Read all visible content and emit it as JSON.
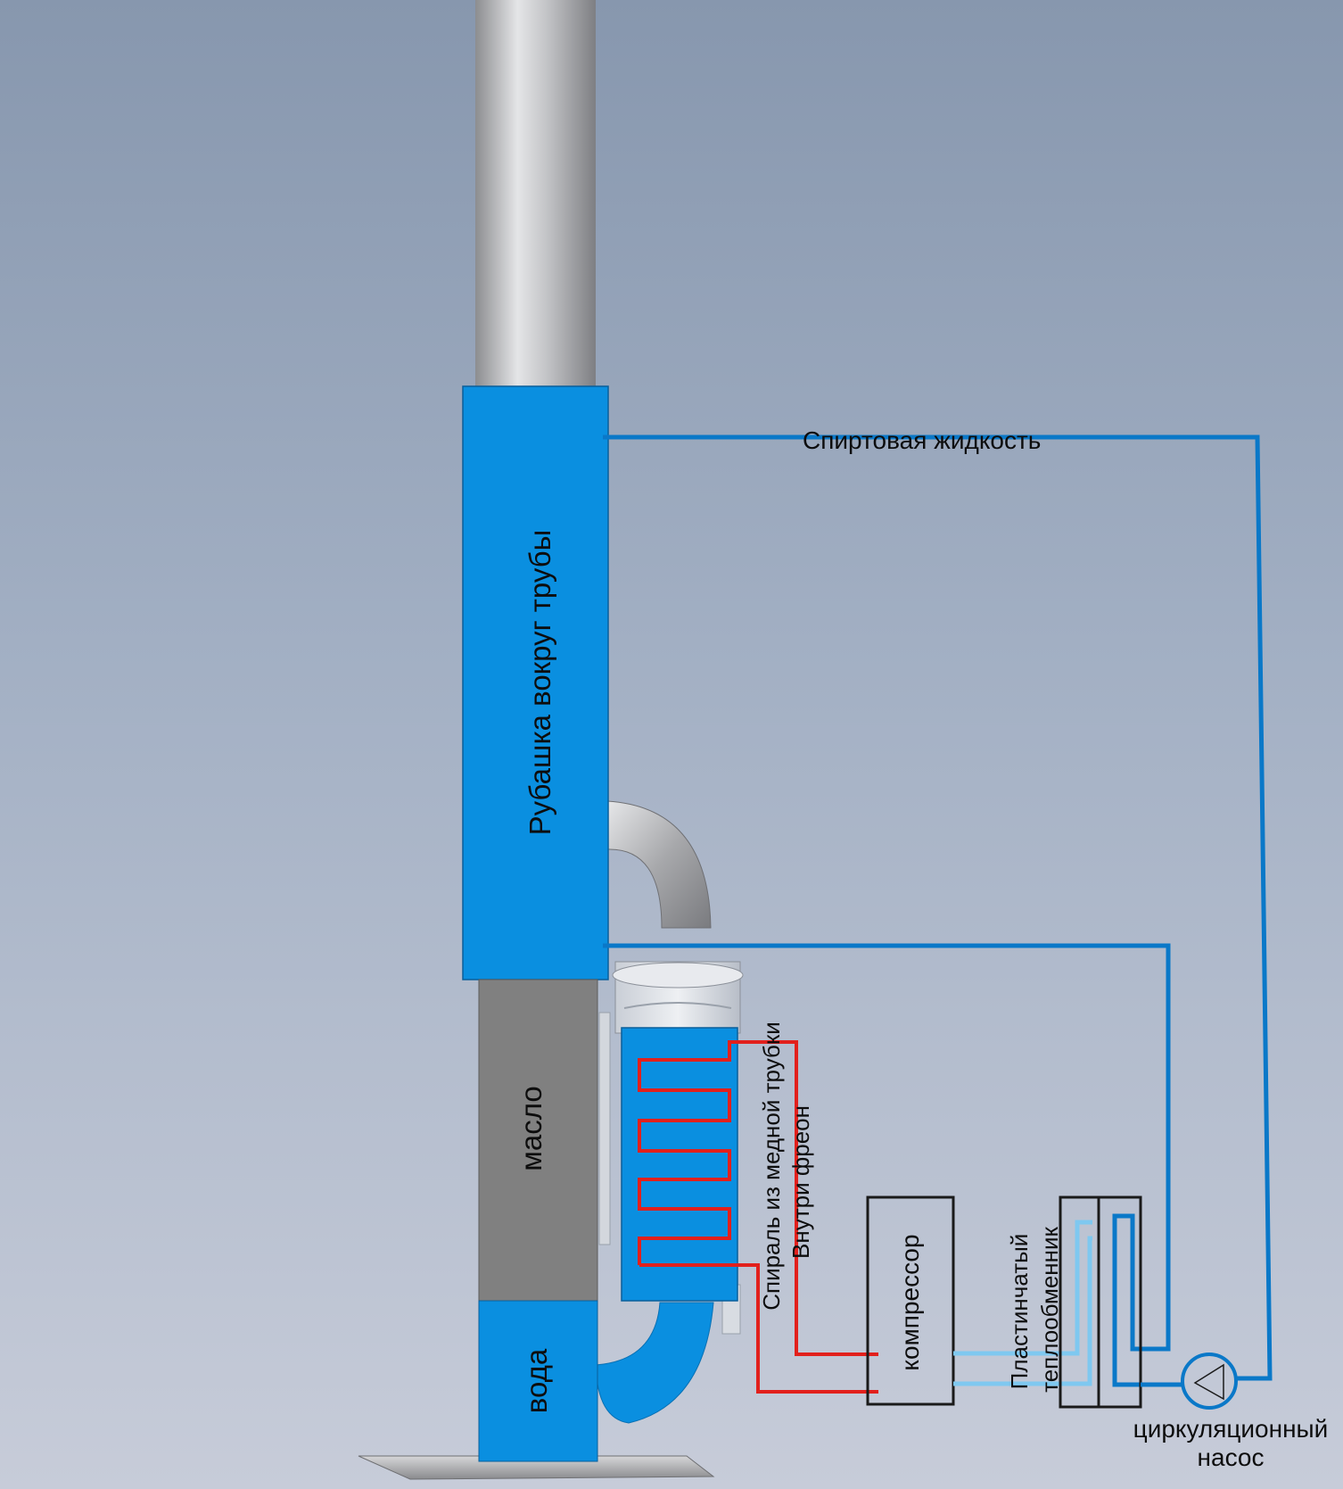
{
  "labels": {
    "jacket": "Рубашка вокруг трубы",
    "oil": "масло",
    "water": "вода",
    "spirit_liquid": "Спиртовая жидкость",
    "coil_line1": "Спираль из медной трубки",
    "coil_line2": "Внутри фреон",
    "compressor": "компрессор",
    "exchanger_line1": "Пластинчатый",
    "exchanger_line2": "теплообменник",
    "pump_line1": "циркуляционный",
    "pump_line2": "насос"
  },
  "colors": {
    "background_top": "#8797ae",
    "background_bottom": "#c7ccd9",
    "jacket_blue": "#0a8fe0",
    "oil_gray": "#808080",
    "line_blue": "#0a78c8",
    "light_blue": "#7ec8f0",
    "coil_red": "#e2201c",
    "pipe_gray": "#a9aaac"
  }
}
